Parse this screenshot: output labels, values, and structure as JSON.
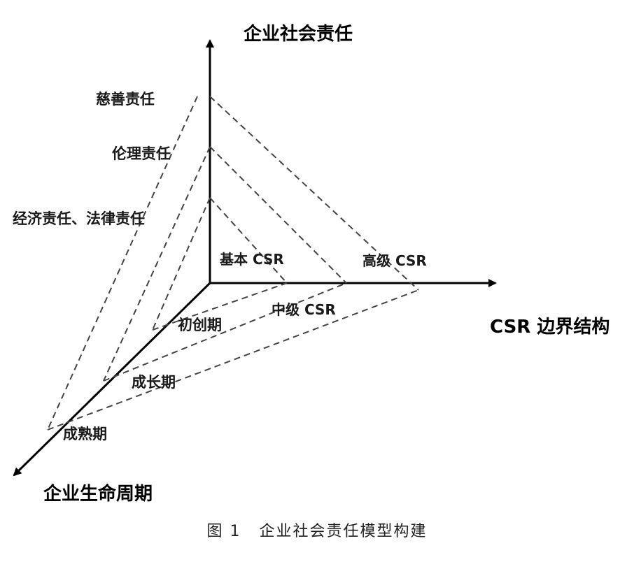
{
  "axes": {
    "y_title": "企业社会责任",
    "x_title": "CSR 边界结构",
    "z_title": "企业生命周期"
  },
  "responsibility_levels": [
    "慈善责任",
    "伦理责任",
    "经济责任、法律责任"
  ],
  "csr_levels": [
    "基本 CSR",
    "中级 CSR",
    "高级 CSR"
  ],
  "life_stages": [
    "初创期",
    "成长期",
    "成熟期"
  ],
  "caption": {
    "number": "图 1",
    "text": "企业社会责任模型构建"
  }
}
